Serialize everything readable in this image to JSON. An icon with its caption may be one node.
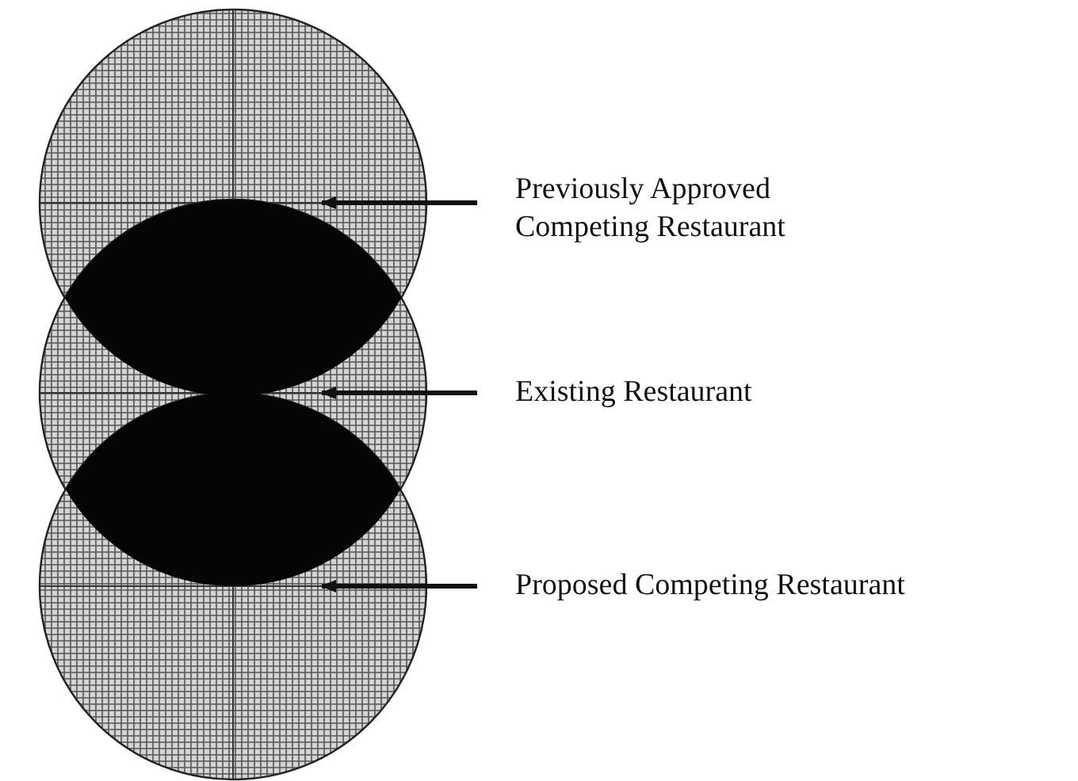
{
  "diagram": {
    "nodes": [
      {
        "text": [
          "Previously Approved Competing Restaurant"
        ]
      },
      {
        "text": [
          "Existing Restaurant"
        ]
      },
      {
        "text": [
          "Proposed Competing Restaurant"
        ]
      }
    ],
    "edges": [
      {
        "from": 0,
        "to": null,
        "arrow": "to"
      },
      {
        "from": 1,
        "to": null,
        "arrow": "to"
      },
      {
        "from": 2,
        "to": null,
        "arrow": "to"
      }
    ]
  }
}
